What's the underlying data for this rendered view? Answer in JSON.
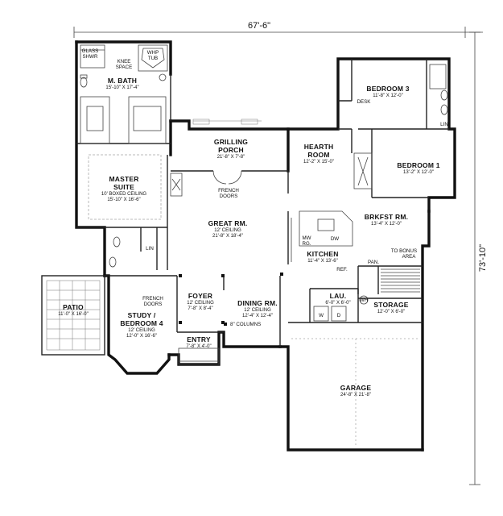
{
  "dimensions": {
    "overall_width": "67'-6\"",
    "overall_depth": "73'-10\""
  },
  "rooms": {
    "m_bath": {
      "name": "M. BATH",
      "size": "15'-10\" X 17'-4\""
    },
    "master_suite": {
      "name_line1": "MASTER",
      "name_line2": "SUITE",
      "ceiling": "10' BOXED CEILING",
      "size": "15'-10\" X 16'-6\""
    },
    "grilling_porch": {
      "name_line1": "GRILLING",
      "name_line2": "PORCH",
      "size": "21'-8\" X 7'-8\""
    },
    "hearth_room": {
      "name_line1": "HEARTH",
      "name_line2": "ROOM",
      "size": "12'-2\" X 15'-0\""
    },
    "bedroom3": {
      "name": "BEDROOM 3",
      "size": "11'-8\" X 12'-0\""
    },
    "bedroom1": {
      "name": "BEDROOM 1",
      "size": "13'-2\" X 12'-0\""
    },
    "great_rm": {
      "name": "GREAT RM.",
      "ceiling": "12' CEILING",
      "size": "21'-8\" X 18'-4\""
    },
    "brkfst_rm": {
      "name": "BRKFST RM.",
      "size": "13'-4\" X 12'-0\""
    },
    "kitchen": {
      "name": "KITCHEN",
      "size": "11'-4\" X 13'-6\""
    },
    "patio": {
      "name": "PATIO",
      "size": "11'-0\" X 16'-0\""
    },
    "study": {
      "name_line1": "STUDY /",
      "name_line2": "BEDROOM 4",
      "ceiling": "12' CEILING",
      "size": "12'-0\" X 16'-6\""
    },
    "foyer": {
      "name": "FOYER",
      "ceiling": "12' CEILING",
      "size": "7'-8\" X 8'-4\""
    },
    "dining_rm": {
      "name": "DINING RM.",
      "ceiling": "12' CEILING",
      "size": "12'-4\" X 12'-4\""
    },
    "entry": {
      "name": "ENTRY",
      "size": "7'-8\" X 4'-0\""
    },
    "lau": {
      "name": "LAU.",
      "size": "6'-0\" X 6'-0\""
    },
    "storage": {
      "name": "STORAGE",
      "size": "12'-0\" X 6'-0\""
    },
    "garage": {
      "name": "GARAGE",
      "size": "24'-8\" X 21'-8\""
    }
  },
  "fixtures": {
    "glass_shwr_1": "GLASS",
    "glass_shwr_2": "SHWR",
    "knee_space_1": "KNEE",
    "knee_space_2": "SPACE",
    "whp_tub_1": "WHP",
    "whp_tub_2": "TUB",
    "desk": "DESK",
    "lin_bed": "LIN",
    "lin_hall": "LIN",
    "french_doors_great_1": "FRENCH",
    "french_doors_great_2": "DOORS",
    "french_doors_study_1": "FRENCH",
    "french_doors_study_2": "DOORS",
    "mw": "MW",
    "rg": "RG.",
    "dw": "DW",
    "pan": "PAN.",
    "ref": "REF.",
    "to_bonus_1": "TO BONUS",
    "to_bonus_2": "AREA",
    "wh": "WH",
    "w": "W",
    "d": "D",
    "columns": "8\" COLUMNS"
  }
}
